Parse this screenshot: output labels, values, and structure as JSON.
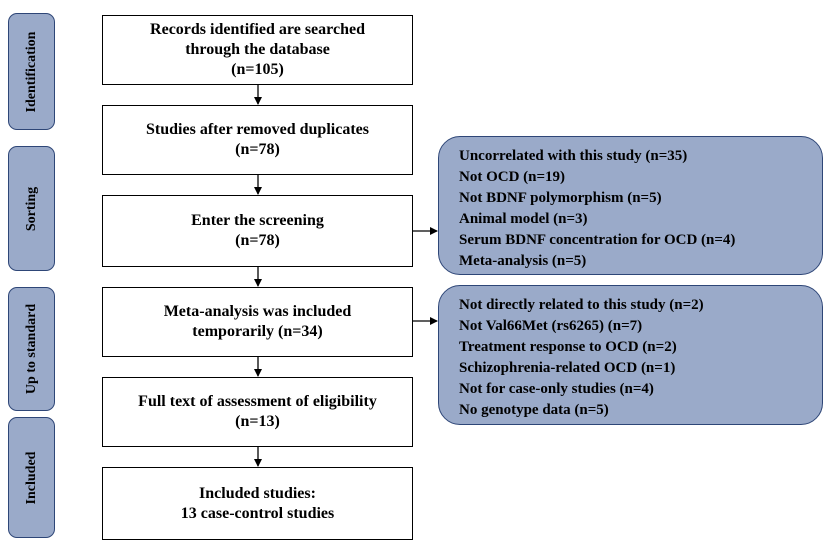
{
  "phases": [
    {
      "label": "Identification"
    },
    {
      "label": "Sorting"
    },
    {
      "label": "Up to standard"
    },
    {
      "label": "Included"
    }
  ],
  "boxes": {
    "records": {
      "lines": [
        "Records identified are searched",
        "through the database",
        "(n=105)"
      ]
    },
    "duplicates": {
      "lines": [
        "Studies after removed duplicates",
        "(n=78)"
      ]
    },
    "screening": {
      "lines": [
        "Enter the screening",
        "(n=78)"
      ]
    },
    "meta": {
      "lines": [
        "Meta-analysis was included",
        "temporarily (n=34)"
      ]
    },
    "fulltext": {
      "lines": [
        "Full text of assessment of eligibility",
        "(n=13)"
      ]
    },
    "included": {
      "lines": [
        "Included studies:",
        "13 case-control studies"
      ]
    }
  },
  "exclusions": {
    "screening": [
      "Uncorrelated with this study (n=35)",
      "Not OCD (n=19)",
      "Not BDNF polymorphism (n=5)",
      "Animal model (n=3)",
      "Serum BDNF concentration for OCD (n=4)",
      "Meta-analysis (n=5)"
    ],
    "standard": [
      "Not directly related to this study (n=2)",
      "Not Val66Met (rs6265) (n=7)",
      "Treatment response to OCD (n=2)",
      "Schizophrenia-related OCD (n=1)",
      "Not for case-only studies (n=4)",
      "No genotype data (n=5)"
    ]
  },
  "colors": {
    "phase_fill": "#9aaac9",
    "phase_border": "#2e4677",
    "box_border": "#000000",
    "arrow": "#000000"
  }
}
